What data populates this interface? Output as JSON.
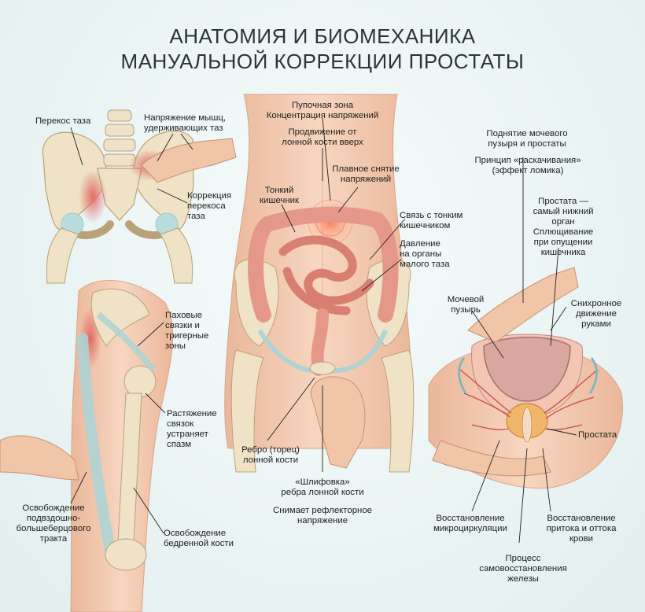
{
  "title": {
    "line1": "АНАТОМИЯ И БИОМЕХАНИКА",
    "line2": "МАНУАЛЬНОЙ КОРРЕКЦИИ ПРОСТАТЫ"
  },
  "left_panel": {
    "pelvis_tilt": "Перекос таза",
    "muscle_tension": [
      "Напряжение мышц,",
      "удерживающих таз"
    ],
    "pelvis_correction": [
      "Коррекция",
      "перекоса",
      "таза"
    ],
    "inguinal": [
      "Паховые",
      "связки и",
      "тригерные",
      "зоны"
    ],
    "ligament_stretch": [
      "Растяжение",
      "связок",
      "устраняет",
      "спазм"
    ],
    "it_band": [
      "Освобождение",
      "подвздошно-",
      "большеберцового",
      "тракта"
    ],
    "femur_release": [
      "Освобождение",
      "бедренной кости"
    ]
  },
  "center_panel": {
    "pubic_zone": [
      "Пупочная зона",
      "Концентрация напряжений"
    ],
    "pubic_advance": [
      "Продвижение от",
      "лонной кости вверх"
    ],
    "smooth_release": [
      "Плавное снятие",
      "напряжений"
    ],
    "small_intestine": [
      "Тонкий",
      "кишечник"
    ],
    "intestine_link": [
      "Связь с тонким",
      "кишечником"
    ],
    "pressure": [
      "Давление",
      "на органы",
      "малого таза"
    ],
    "pubic_rib": [
      "Ребро (торец)",
      "лонной кости"
    ],
    "grinding": [
      "«Шлифовка»",
      "ребра лонной кости"
    ],
    "reflex": [
      "Снимает рефлекторное",
      "напряжение"
    ]
  },
  "right_panel": {
    "lift": [
      "Поднятие мочевого",
      "пузыря и простаты"
    ],
    "swing": [
      "Принцип «раскачивания»",
      "(эффект ломика)"
    ],
    "lowest_organ": [
      "Простата —",
      "самый нижний",
      "орган",
      "Сплющивание",
      "при опущении",
      "кишечника"
    ],
    "bladder": [
      "Мочевой",
      "пузырь"
    ],
    "sync": [
      "Снихронное",
      "движение",
      "руками"
    ],
    "prostate": "Простата",
    "microcirc": [
      "Восстановление",
      "микроциркуляции"
    ],
    "flow": [
      "Восстановление",
      "притока и оттока",
      "крови"
    ],
    "self_repair": [
      "Процесс",
      "самовосстановления",
      "железы"
    ]
  },
  "colors": {
    "bone": "#efe2c6",
    "skin": "#f4cdb4",
    "intestine": "#e5988a",
    "muscle": "#d9787a",
    "ligament": "#a9d3d6",
    "vessel": "#c9433a",
    "line": "#222222"
  }
}
